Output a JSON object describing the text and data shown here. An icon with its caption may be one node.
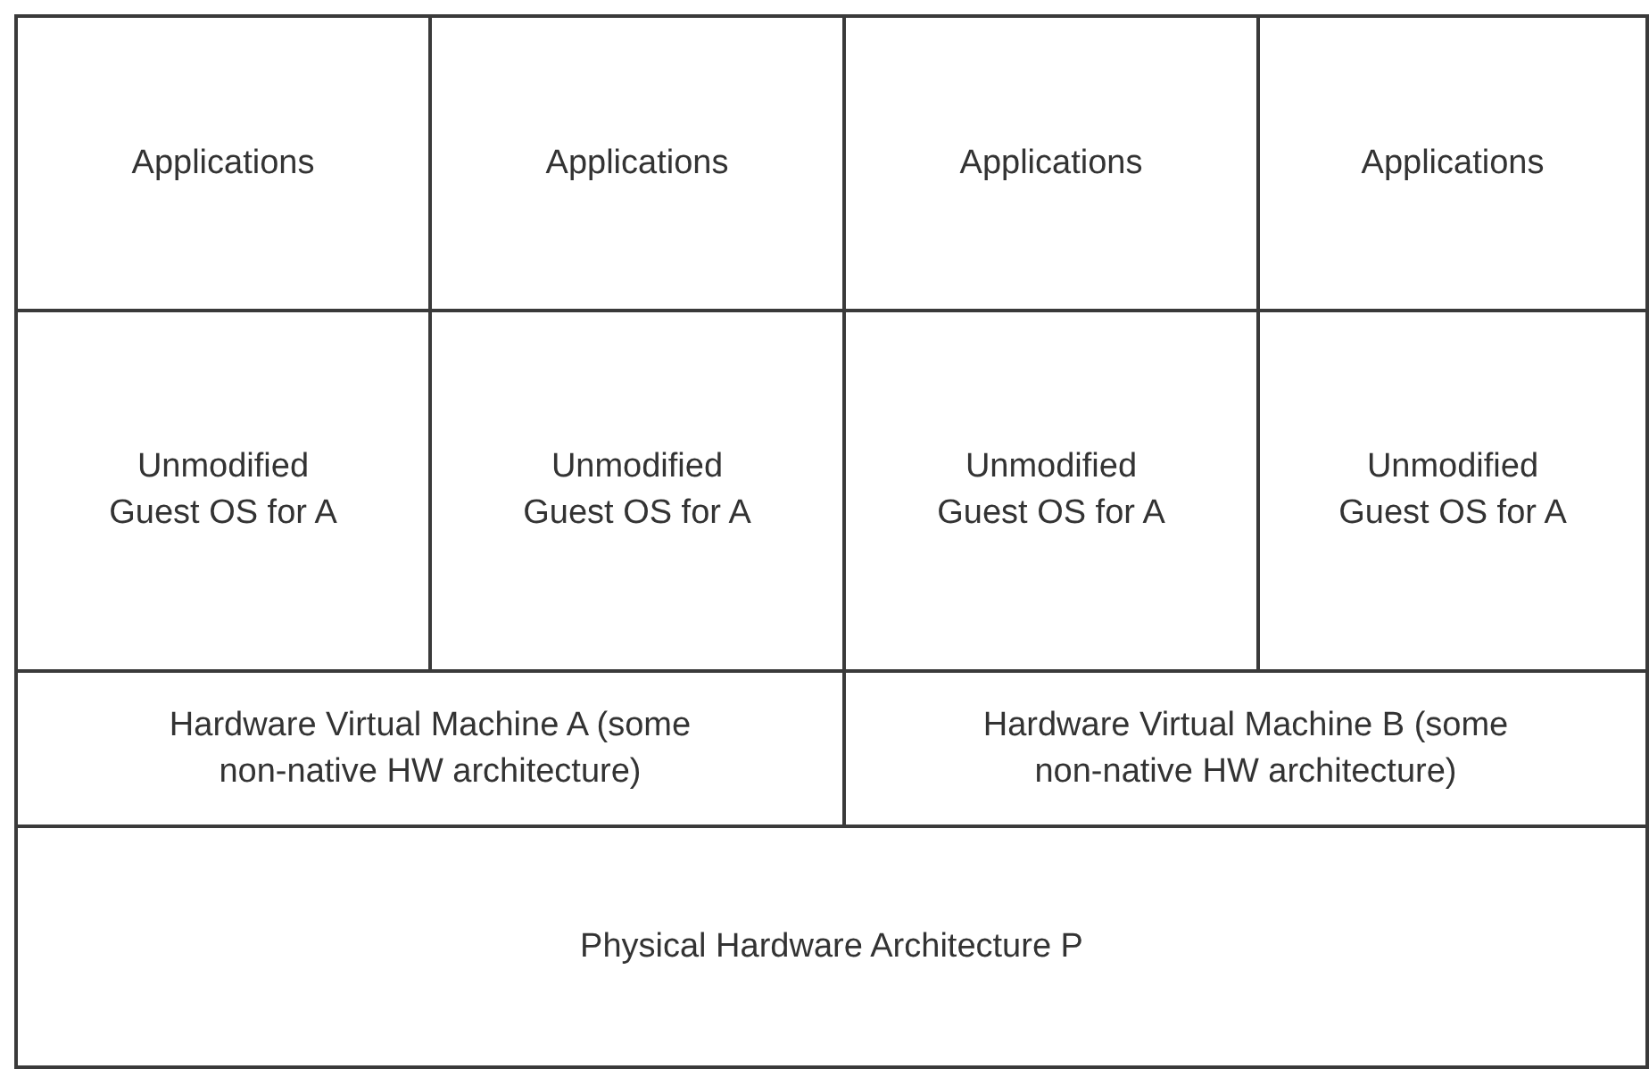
{
  "diagram": {
    "nodes": [
      {
        "text": [
          "Applications"
        ]
      },
      {
        "text": [
          "Applications"
        ]
      },
      {
        "text": [
          "Applications"
        ]
      },
      {
        "text": [
          "Applications"
        ]
      },
      {
        "text": [
          "Unmodified Guest OS for A"
        ]
      },
      {
        "text": [
          "Unmodified Guest OS for A"
        ]
      },
      {
        "text": [
          "Unmodified Guest OS for A"
        ]
      },
      {
        "text": [
          "Unmodified Guest OS for A"
        ]
      },
      {
        "text": [
          "Hardware Virtual Machine A (some non-native HW architecture)"
        ]
      },
      {
        "text": [
          "Hardware Virtual Machine B (some non-native HW architecture)"
        ]
      },
      {
        "text": [
          "Physical Hardware Architecture P"
        ]
      }
    ],
    "edges": []
  }
}
